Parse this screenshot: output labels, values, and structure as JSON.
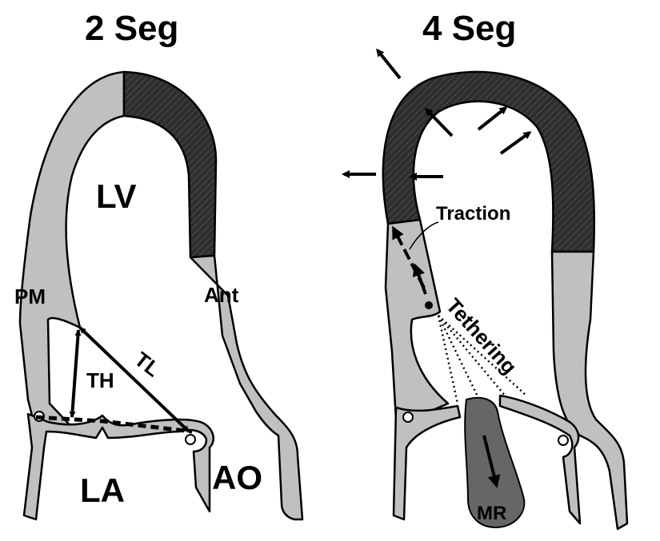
{
  "panels": {
    "left": {
      "title": "2 Seg",
      "labels": {
        "lv": "LV",
        "pm": "PM",
        "ant": "Ant",
        "th": "TH",
        "tl": "TL",
        "la": "LA",
        "ao": "AO"
      }
    },
    "right": {
      "title": "4 Seg",
      "labels": {
        "traction": "Traction",
        "tethering": "Tethering",
        "mr": "MR"
      }
    }
  },
  "colors": {
    "wall": "#c0c0c0",
    "dyskinetic_segment": "#2e2e2e",
    "regurgitant_jet": "#666666"
  }
}
